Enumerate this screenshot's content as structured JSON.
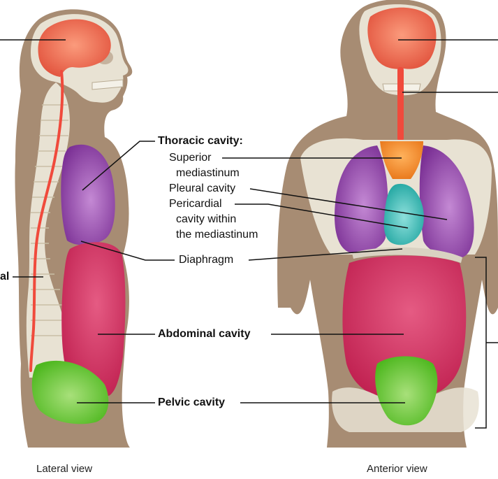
{
  "labels": {
    "thoracic_heading": "Thoracic cavity:",
    "superior_line1": "Superior",
    "superior_line2": "mediastinum",
    "pleural": "Pleural cavity",
    "pericardial_line1": "Pericardial",
    "pericardial_line2": "cavity within",
    "pericardial_line3": "the mediastinum",
    "diaphragm": "Diaphragm",
    "abdominal": "Abdominal cavity",
    "pelvic": "Pelvic cavity",
    "spinal_fragment": "al"
  },
  "captions": {
    "lateral": "Lateral view",
    "anterior": "Anterior view"
  },
  "colors": {
    "body": "#a78c73",
    "bone": "#e8e2d3",
    "cranial": "#f06d50",
    "spinal_cord": "#f04a3c",
    "thoracic_purple": "#8a3fa0",
    "superior_orange": "#f08a2c",
    "pericardial_teal": "#2ab5b0",
    "abdominal_pink": "#d9305f",
    "pelvic_green": "#6fcf2c",
    "leader": "#111111"
  }
}
